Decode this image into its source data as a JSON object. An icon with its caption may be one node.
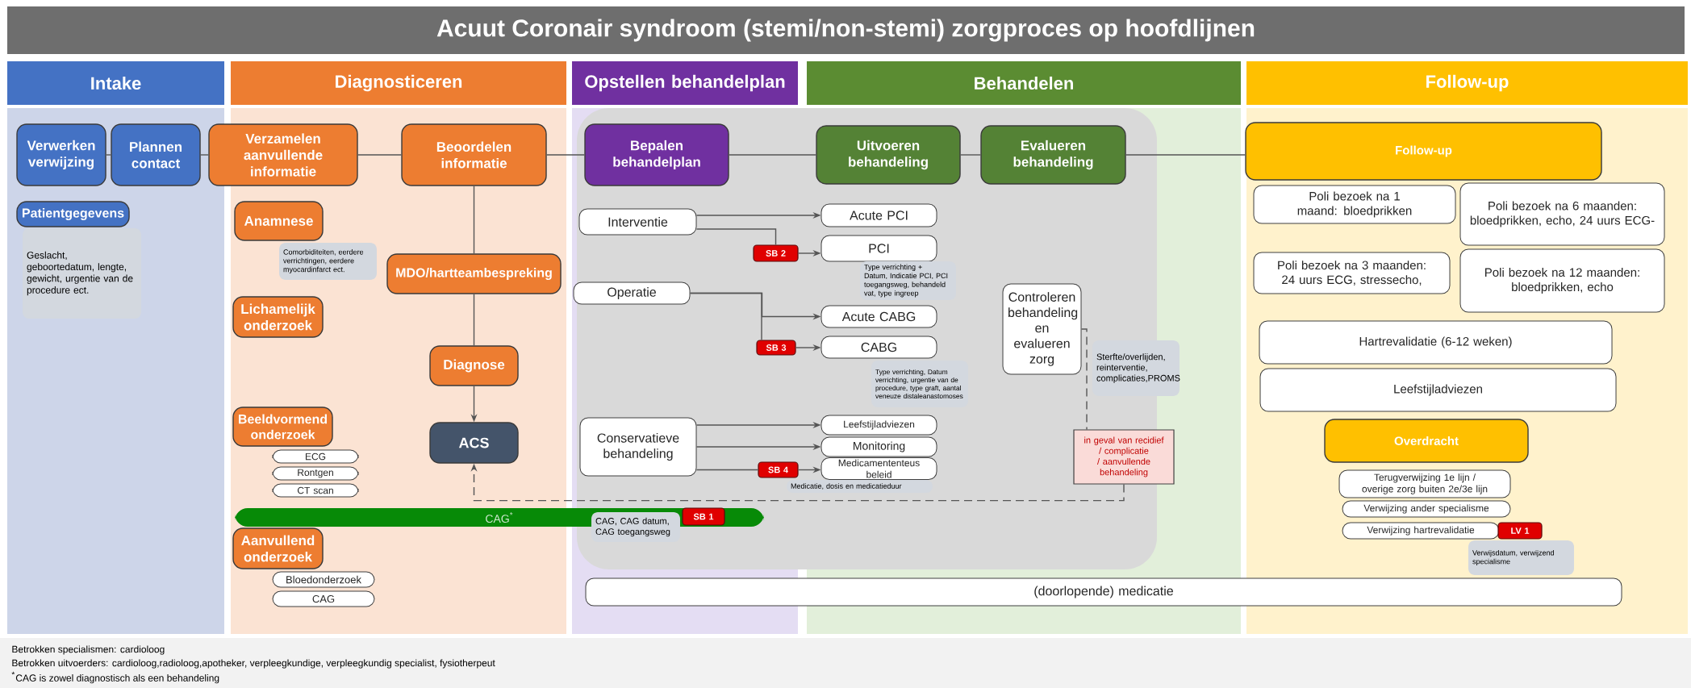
{
  "diagram": {
    "title": "Acuut Coronair syndroom (stemi/non-stemi) zorgproces op hoofdlijnen",
    "nodes": [
      {
        "text": [
          "Intake"
        ]
      },
      {
        "text": [
          "Diagnosticeren"
        ]
      },
      {
        "text": [
          "Opstellen behandelplan"
        ]
      },
      {
        "text": [
          "Behandelen"
        ]
      },
      {
        "text": [
          "Follow-up"
        ]
      },
      {
        "text": [
          "Verwerken verwijzing"
        ]
      },
      {
        "text": [
          "Plannen contact"
        ]
      },
      {
        "text": [
          "Verzamelen aanvullende informatie"
        ]
      },
      {
        "text": [
          "Beoordelen informatie"
        ]
      },
      {
        "text": [
          "Bepalen behandelplan"
        ]
      },
      {
        "text": [
          "Uitvoeren behandeling"
        ]
      },
      {
        "text": [
          "Evalueren behandeling"
        ]
      },
      {
        "text": [
          "Follow-up"
        ]
      },
      {
        "text": [
          "Patientgegevens"
        ]
      },
      {
        "text": [
          "Geslacht, geboortedatum, lengte, gewicht, urgentie van de procedure ect."
        ]
      },
      {
        "text": [
          "Anamnese"
        ]
      },
      {
        "text": [
          "Comorbiditeiten, eerdere verrichtingen, eerdere myocardinfarct ect."
        ]
      },
      {
        "text": [
          "MDO/hartteambespreking"
        ]
      },
      {
        "text": [
          "Lichamelijk onderzoek"
        ]
      },
      {
        "text": [
          "Diagnose"
        ]
      },
      {
        "text": [
          "Beeldvormend onderzoek"
        ]
      },
      {
        "text": [
          "ECG"
        ]
      },
      {
        "text": [
          "Rontgen"
        ]
      },
      {
        "text": [
          "CT scan"
        ]
      },
      {
        "text": [
          "ACS"
        ]
      },
      {
        "text": [
          "CAG$^{*}$"
        ]
      },
      {
        "text": [
          "Aanvullend onderzoek"
        ]
      },
      {
        "text": [
          "Bloedonderzoek"
        ]
      },
      {
        "text": [
          "CAG"
        ]
      },
      {
        "text": [
          "Interventie"
        ]
      },
      {
        "text": [
          "Acute PCI"
        ]
      },
      {
        "text": [
          "SB 2"
        ]
      },
      {
        "text": [
          "PCI"
        ]
      },
      {
        "text": [
          "Type verrichting + Datum, Indicatie PCI, PCI toegangsweg, behandeld vat, type ingreep"
        ]
      },
      {
        "text": [
          "Operatie"
        ]
      },
      {
        "text": [
          "Acute CABG"
        ]
      },
      {
        "text": [
          "SB 3"
        ]
      },
      {
        "text": [
          "CABG"
        ]
      },
      {
        "text": [
          "Type verrichting, Datum verrichting, urgentie van de procedure, type graft, aantal veneuze distaleanastomoses"
        ]
      },
      {
        "text": [
          "Conservatieve behandeling"
        ]
      },
      {
        "text": [
          "Leefstijladviezen"
        ]
      },
      {
        "text": [
          "Monitoring"
        ]
      },
      {
        "text": [
          "SB 4"
        ]
      },
      {
        "text": [
          "Medicamententeus beleid"
        ]
      },
      {
        "text": [
          "Medicatie, dosis en medicatieduur"
        ]
      },
      {
        "text": [
          "CAG, CAG datum, CAG toegangsweg"
        ]
      },
      {
        "text": [
          "SB 1"
        ],
        "in": 25
      },
      {
        "text": [
          "Controleren behandeling en evalueren zorg"
        ]
      },
      {
        "text": [
          "Sterfte/overlijden, reinterventie, complicaties,PROMS"
        ]
      },
      {
        "text": [
          "in geval van recidief / complicatie / aanvullende behandeling"
        ]
      },
      {
        "text": [
          "Poli bezoek na 1 maand: bloedprikken"
        ]
      },
      {
        "text": [
          "Poli bezoek na 6 maanden: bloedprikken, echo, 24 uurs ECG-"
        ]
      },
      {
        "text": [
          "Poli bezoek na 3 maanden: 24 uurs ECG, stressecho,"
        ]
      },
      {
        "text": [
          "Poli bezoek na 12 maanden: bloedprikken, echo"
        ]
      },
      {
        "text": [
          "Hartrevalidatie (6-12 weken)"
        ]
      },
      {
        "text": [
          "Leefstijladviezen"
        ]
      },
      {
        "text": [
          "Overdracht"
        ]
      },
      {
        "text": [
          "Terugverwijzing 1e lijn / overige zorg buiten 2e/3e lijn"
        ]
      },
      {
        "text": [
          "Verwijzing ander specialisme"
        ]
      },
      {
        "text": [
          "Verwijzing hartrevalidatie"
        ]
      },
      {
        "text": [
          "LV 1"
        ]
      },
      {
        "text": [
          "Verwijsdatum, verwijzend specialisme"
        ]
      },
      {
        "text": [
          "(doorlopende) medicatie"
        ]
      }
    ],
    "edges": [
      {
        "from": 5,
        "to": 6,
        "arrow": "none"
      },
      {
        "from": 6,
        "to": 7,
        "arrow": "none"
      },
      {
        "from": 7,
        "to": 8,
        "arrow": "none"
      },
      {
        "from": 8,
        "to": 9,
        "arrow": "none"
      },
      {
        "from": 9,
        "to": 10,
        "arrow": "none"
      },
      {
        "from": 10,
        "to": 11,
        "arrow": "none"
      },
      {
        "from": 11,
        "to": 12,
        "arrow": "none"
      },
      {
        "from": 8,
        "to": 17,
        "arrow": "none"
      },
      {
        "from": 17,
        "to": 19,
        "arrow": "none"
      },
      {
        "from": 19,
        "to": 24,
        "arrow": "to"
      },
      {
        "from": 29,
        "to": 30,
        "arrow": "to"
      },
      {
        "from": 29,
        "to": 31,
        "arrow": "none"
      },
      {
        "from": 31,
        "to": 32,
        "arrow": "to"
      },
      {
        "from": 34,
        "to": 35,
        "arrow": "to"
      },
      {
        "from": 34,
        "to": 36,
        "arrow": "none"
      },
      {
        "from": 36,
        "to": 37,
        "arrow": "to"
      },
      {
        "from": 39,
        "to": 40,
        "arrow": "to"
      },
      {
        "from": 39,
        "to": 41,
        "arrow": "to"
      },
      {
        "from": 39,
        "to": 42,
        "arrow": "none"
      },
      {
        "from": 42,
        "to": 43,
        "arrow": "to"
      },
      {
        "from": 47,
        "to": 49,
        "arrow": "none",
        "style": "dashed"
      },
      {
        "from": 49,
        "to": 24,
        "arrow": "to",
        "style": "dashed"
      }
    ],
    "labels": [
      "Betrokken specialismen: cardioloog",
      "Betrokken uitvoerders: cardioloog,radioloog,apotheker, verpleegkundige, verpleegkundig specialist, fysiotherpeut",
      "$^{*}$CAG is zowel diagnostisch als een behandeling"
    ]
  }
}
